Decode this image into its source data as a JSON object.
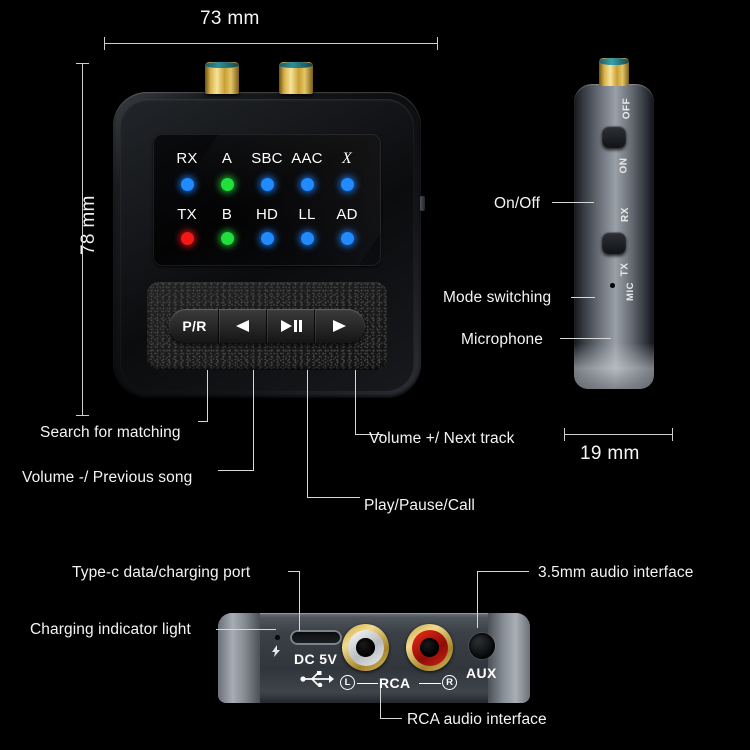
{
  "dimensions": {
    "width_label": "73 mm",
    "height_label": "78 mm",
    "depth_label": "19 mm"
  },
  "front_panel": {
    "led_indicators": [
      {
        "label": "RX",
        "color": "#1f8bff",
        "color_name": "blue"
      },
      {
        "label": "A",
        "color": "#21e03c",
        "color_name": "green"
      },
      {
        "label": "SBC",
        "color": "#1f8bff",
        "color_name": "blue"
      },
      {
        "label": "AAC",
        "color": "#1f8bff",
        "color_name": "blue"
      },
      {
        "label": "X",
        "color": "#1f8bff",
        "color_name": "blue",
        "italic": true
      },
      {
        "label": "TX",
        "color": "#f51616",
        "color_name": "red"
      },
      {
        "label": "B",
        "color": "#21e03c",
        "color_name": "green"
      },
      {
        "label": "HD",
        "color": "#1f8bff",
        "color_name": "blue"
      },
      {
        "label": "LL",
        "color": "#1f8bff",
        "color_name": "blue"
      },
      {
        "label": "AD",
        "color": "#1f8bff",
        "color_name": "blue"
      }
    ],
    "buttons": [
      {
        "label": "P/R",
        "icon": "text"
      },
      {
        "label": "",
        "icon": "previous-icon"
      },
      {
        "label": "",
        "icon": "play-pause-icon"
      },
      {
        "label": "",
        "icon": "next-icon"
      }
    ]
  },
  "front_annotations": {
    "search": "Search for matching",
    "volume_down": "Volume -/ Previous song",
    "play_pause": "Play/Pause/Call",
    "volume_up": "Volume +/ Next track"
  },
  "side_panel": {
    "power_switch": {
      "top_label": "OFF",
      "bottom_label": "ON"
    },
    "mode_switch": {
      "top_label": "RX",
      "bottom_label": "TX"
    },
    "mic_label": "MIC",
    "annotations": {
      "on_off": "On/Off",
      "mode": "Mode switching",
      "microphone": "Microphone"
    }
  },
  "rear_panel": {
    "usb_label": "DC 5V",
    "usb_icon": "usb-icon",
    "rca_label": "RCA",
    "rca_left_badge": "L",
    "rca_right_badge": "R",
    "aux_label": "AUX",
    "charge_icon": "lightning-bolt-icon",
    "annotations": {
      "type_c": "Type-c data/charging port",
      "charging_light": "Charging indicator light",
      "audio_35mm": "3.5mm audio interface",
      "rca_interface": "RCA audio interface"
    }
  }
}
